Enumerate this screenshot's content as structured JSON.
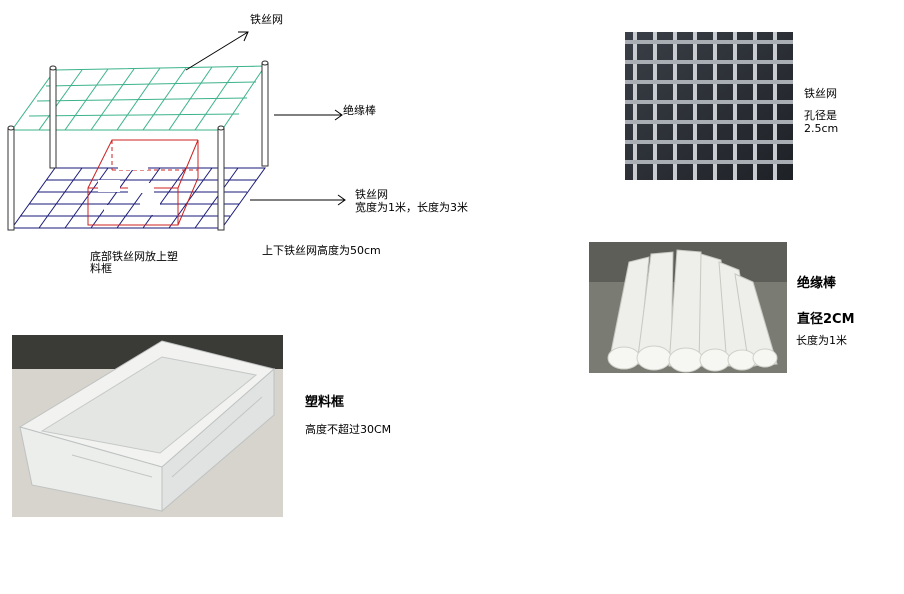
{
  "diagram": {
    "label_top_mesh": "铁丝网",
    "label_rod": "绝缘棒",
    "label_bottom_mesh": "铁丝网",
    "label_bottom_mesh_size": "宽度为1米，长度为3米",
    "caption_bottom": "底部铁丝网放上塑",
    "caption_bottom_line2": "料框",
    "caption_height": "上下铁丝网高度为50cm"
  },
  "mesh_photo": {
    "title": "铁丝网",
    "hole_label": "孔径是",
    "hole_value": "2.5cm"
  },
  "rod_photo": {
    "title": "绝缘棒",
    "diameter": "直径2CM",
    "length": "长度为1米"
  },
  "box_photo": {
    "title": "塑料框",
    "height": "高度不超过30CM"
  },
  "colors": {
    "top_mesh": "#3cb38a",
    "bottom_mesh": "#1a1a7a",
    "box_outline": "#cc2222",
    "posts": "#333333"
  }
}
